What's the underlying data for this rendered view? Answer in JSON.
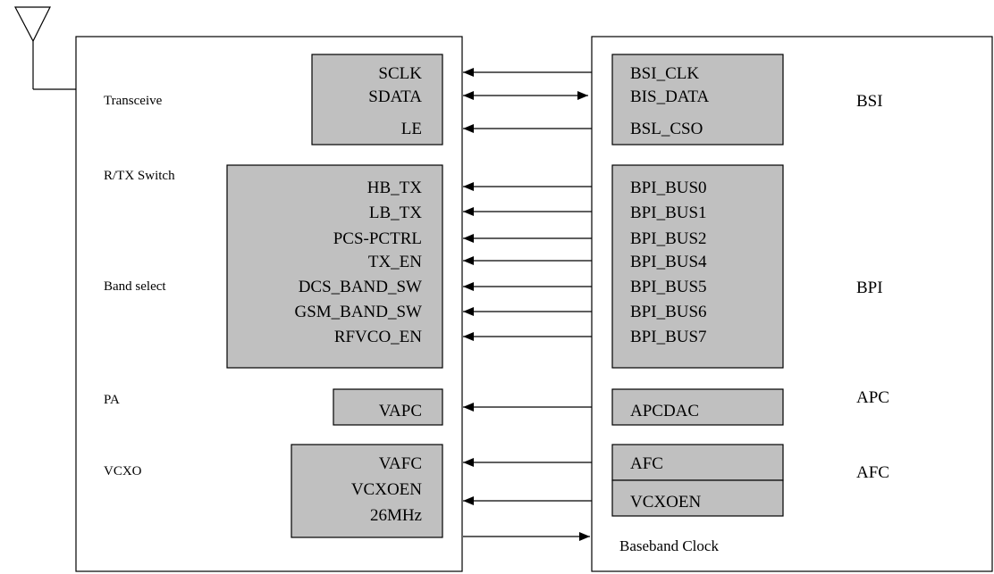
{
  "left_labels": {
    "transceive": "Transceive",
    "rtx_switch": "R/TX Switch",
    "band_select": "Band select",
    "pa": "PA",
    "vcxo": "VCXO"
  },
  "left_signals": {
    "transceiver": [
      "SCLK",
      "SDATA",
      "LE"
    ],
    "switch_band": [
      "HB_TX",
      "LB_TX",
      "PCS-PCTRL",
      "TX_EN",
      "DCS_BAND_SW",
      "GSM_BAND_SW",
      "RFVCO_EN"
    ],
    "pa": [
      "VAPC"
    ],
    "vcxo": [
      "VAFC",
      "VCXOEN",
      "26MHz"
    ]
  },
  "right_signals": {
    "bsi": [
      "BSI_CLK",
      "BIS_DATA",
      "BSL_CSO"
    ],
    "bpi": [
      "BPI_BUS0",
      "BPI_BUS1",
      "BPI_BUS2",
      "BPI_BUS4",
      "BPI_BUS5",
      "BPI_BUS6",
      "BPI_BUS7"
    ],
    "apc": [
      "APCDAC"
    ],
    "afc": [
      "AFC",
      "VCXOEN"
    ]
  },
  "right_labels": {
    "bsi": "BSI",
    "bpi": "BPI",
    "apc": "APC",
    "afc": "AFC",
    "baseband_clock": "Baseband Clock"
  },
  "colors": {
    "block_fill": "#c0c0c0",
    "line": "#000000",
    "background": "#ffffff"
  }
}
